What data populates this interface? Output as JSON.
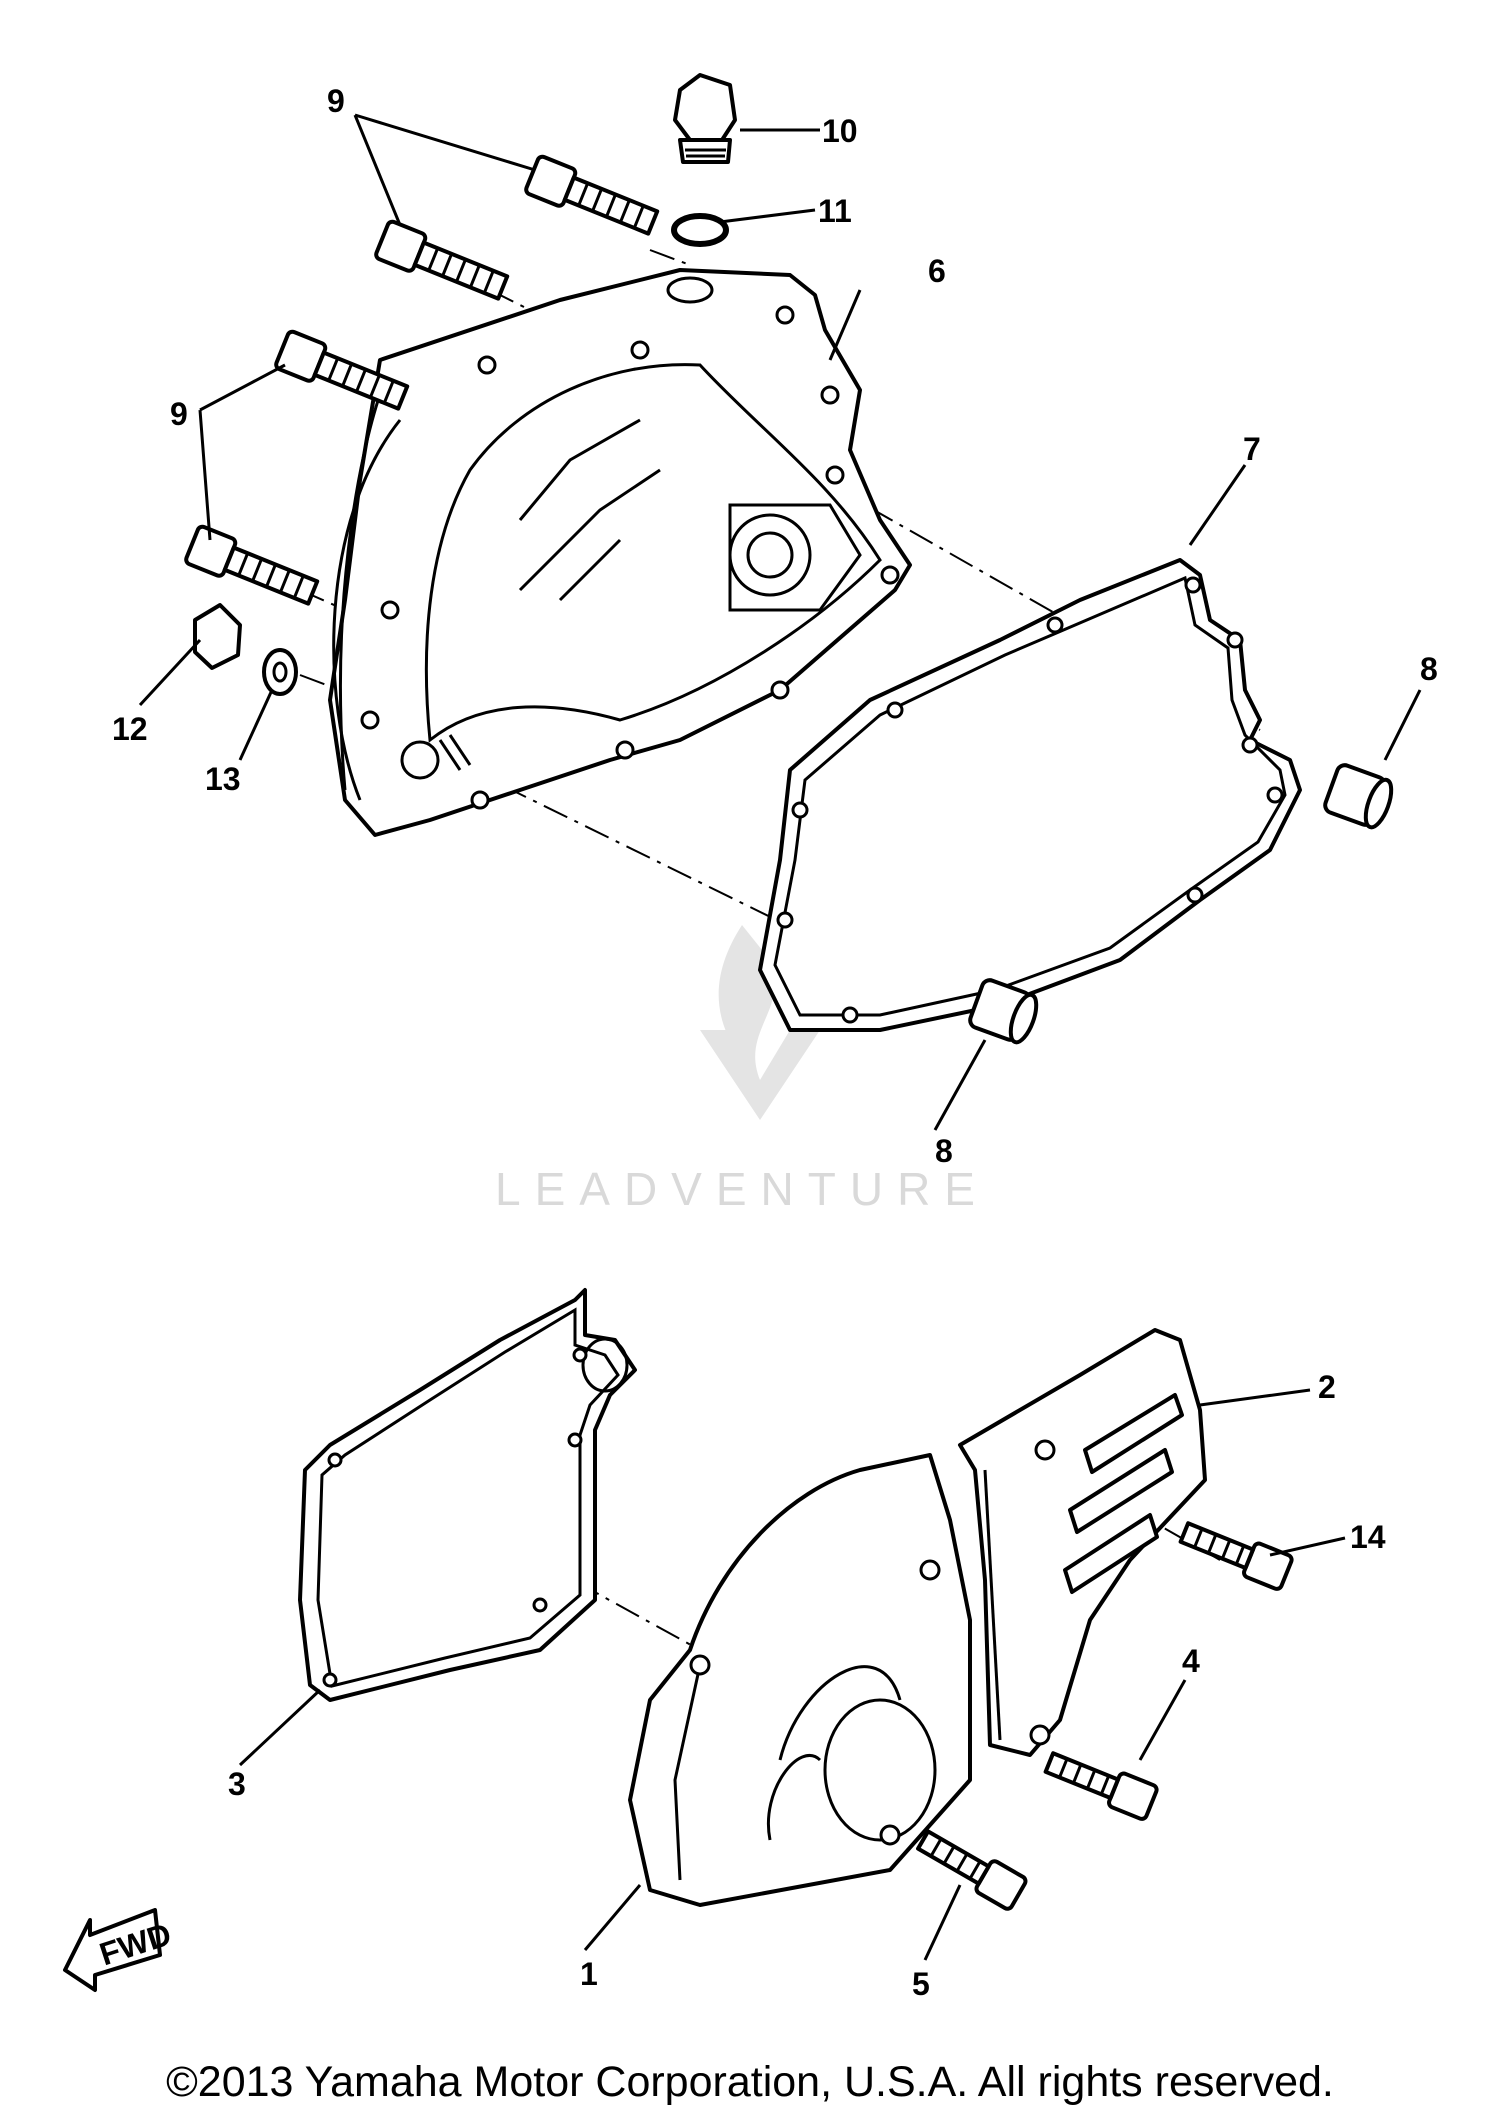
{
  "watermark": "LEADVENTURE",
  "fwd_label": "FWD",
  "callouts": [
    "1",
    "2",
    "3",
    "4",
    "5",
    "6",
    "7",
    "8",
    "9",
    "10",
    "11",
    "12",
    "13",
    "14"
  ],
  "copyright": "©2013 Yamaha Motor Corporation, U.S.A. All rights reserved."
}
